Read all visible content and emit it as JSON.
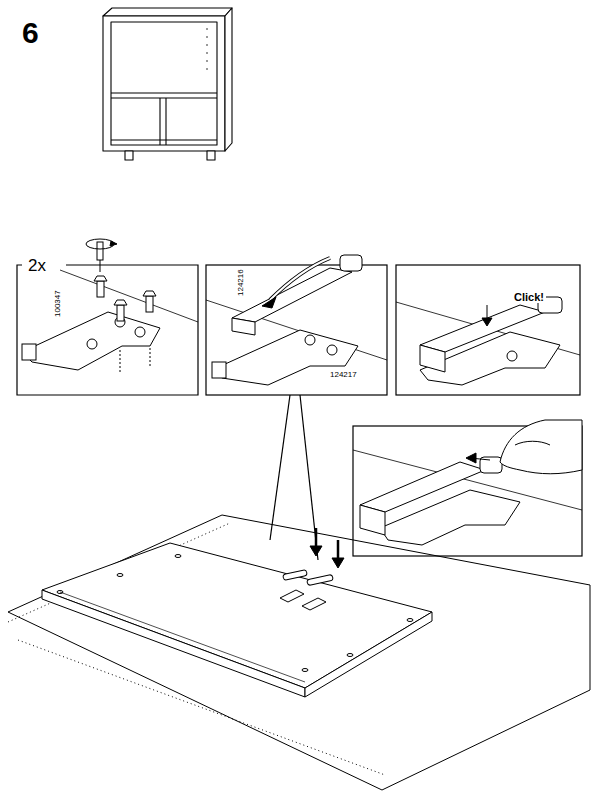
{
  "diagram": {
    "labels": [
      "6",
      "2x",
      "100347",
      "124216",
      "124217",
      "Click!"
    ]
  }
}
